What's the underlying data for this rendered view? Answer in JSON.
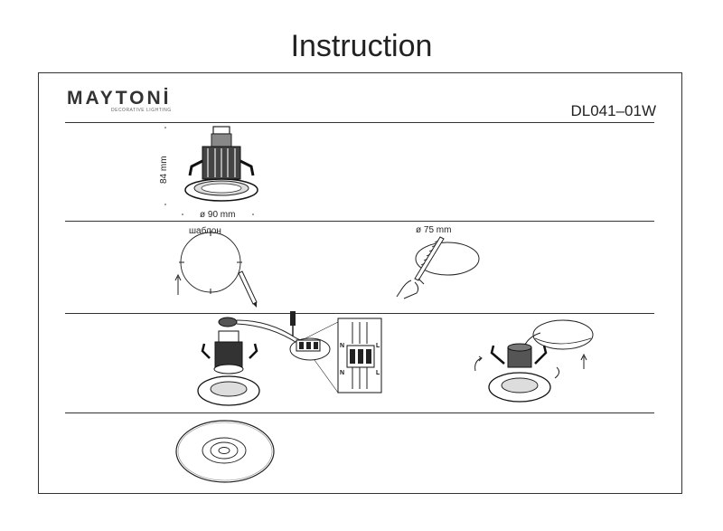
{
  "page": {
    "title": "Instruction"
  },
  "header": {
    "brand": "MAYTONİ",
    "brand_tagline": "DECORATIVE LIGHTING",
    "model": "DL041–01W"
  },
  "steps": {
    "dimensions": {
      "height_label": "84 mm",
      "diameter_label": "ø 90 mm"
    },
    "cutout": {
      "template_label": "шаблон",
      "hole_label": "ø 75 mm"
    }
  }
}
